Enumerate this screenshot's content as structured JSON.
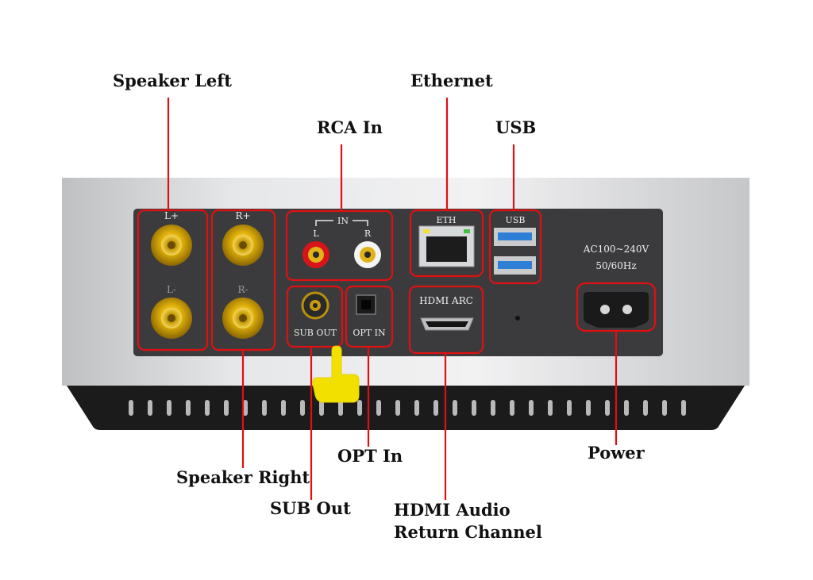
{
  "callouts": {
    "speaker_left": "Speaker Left",
    "ethernet": "Ethernet",
    "rca_in": "RCA In",
    "usb": "USB",
    "speaker_right": "Speaker Right",
    "sub_out": "SUB Out",
    "opt_in": "OPT In",
    "hdmi_line1": "HDMI Audio",
    "hdmi_line2": "Return Channel",
    "power": "Power"
  },
  "panel_labels": {
    "l_plus": "L+",
    "l_minus": "L-",
    "r_plus": "R+",
    "r_minus": "R-",
    "in": "IN",
    "in_l": "L",
    "in_r": "R",
    "sub_out": "SUB OUT",
    "opt_in": "OPT IN",
    "eth": "ETH",
    "usb": "USB",
    "hdmi_arc": "HDMI ARC",
    "ac_voltage": "AC100~240V",
    "ac_freq": "50/60Hz"
  },
  "colors": {
    "callout_line": "#e01010",
    "highlight_box": "#e01010",
    "pointer_hand": "#f2e100",
    "panel": "#3b3b3d",
    "binding_post": "#d4a400"
  }
}
